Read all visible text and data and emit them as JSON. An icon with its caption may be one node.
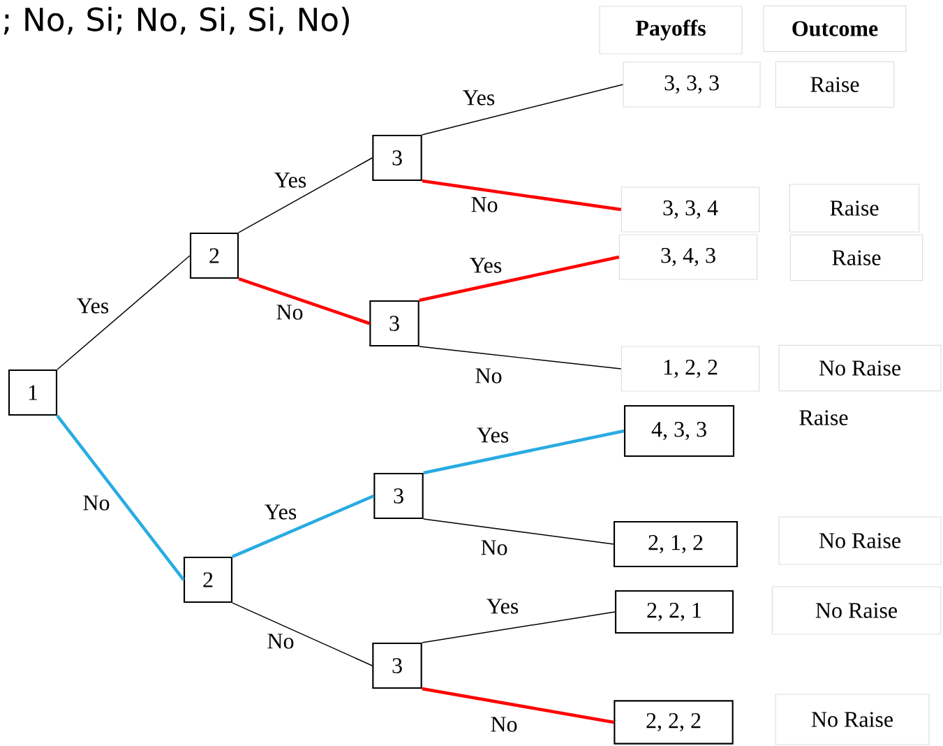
{
  "diagram": {
    "title": "; No, Si; No, Si, Si, No)",
    "nodes": [
      {
        "text": [
          "Payoffs"
        ]
      },
      {
        "text": [
          "Outcome"
        ]
      },
      {
        "text": [
          "1"
        ]
      },
      {
        "text": [
          "2"
        ]
      },
      {
        "text": [
          "3"
        ]
      },
      {
        "text": [
          "3"
        ]
      },
      {
        "text": [
          "2"
        ]
      },
      {
        "text": [
          "3"
        ]
      },
      {
        "text": [
          "3"
        ]
      },
      {
        "text": [
          "3, 3, 3"
        ]
      },
      {
        "text": [
          "3, 3, 4"
        ]
      },
      {
        "text": [
          "3, 4, 3"
        ]
      },
      {
        "text": [
          "1, 2, 2"
        ]
      },
      {
        "text": [
          "4, 3, 3"
        ]
      },
      {
        "text": [
          "2, 1, 2"
        ]
      },
      {
        "text": [
          "2, 2, 1"
        ]
      },
      {
        "text": [
          "2, 2, 2"
        ]
      },
      {
        "text": [
          "Raise"
        ]
      },
      {
        "text": [
          "Raise"
        ]
      },
      {
        "text": [
          "Raise"
        ]
      },
      {
        "text": [
          "No Raise"
        ]
      },
      {
        "text": [
          "No Raise"
        ]
      },
      {
        "text": [
          "No Raise"
        ]
      },
      {
        "text": [
          "No Raise"
        ]
      }
    ],
    "edges": [
      {
        "from": 2,
        "to": 3,
        "arrow": "none",
        "label": "Yes"
      },
      {
        "from": 2,
        "to": 6,
        "arrow": "none",
        "label": "No",
        "style": "thick",
        "color": "#29abe2"
      },
      {
        "from": 3,
        "to": 4,
        "arrow": "none",
        "label": "Yes"
      },
      {
        "from": 3,
        "to": 5,
        "arrow": "none",
        "label": "No",
        "style": "thick",
        "color": "#ff0000"
      },
      {
        "from": 6,
        "to": 7,
        "arrow": "none",
        "label": "Yes",
        "style": "thick",
        "color": "#29abe2"
      },
      {
        "from": 6,
        "to": 8,
        "arrow": "none",
        "label": "No"
      },
      {
        "from": 4,
        "to": 9,
        "arrow": "none",
        "label": "Yes"
      },
      {
        "from": 4,
        "to": 10,
        "arrow": "none",
        "label": "No",
        "style": "thick",
        "color": "#ff0000"
      },
      {
        "from": 5,
        "to": 11,
        "arrow": "none",
        "label": "Yes",
        "style": "thick",
        "color": "#ff0000"
      },
      {
        "from": 5,
        "to": 12,
        "arrow": "none",
        "label": "No"
      },
      {
        "from": 7,
        "to": 13,
        "arrow": "none",
        "label": "Yes",
        "style": "thick",
        "color": "#29abe2"
      },
      {
        "from": 7,
        "to": 14,
        "arrow": "none",
        "label": "No"
      },
      {
        "from": 8,
        "to": 15,
        "arrow": "none",
        "label": "Yes"
      },
      {
        "from": 8,
        "to": 16,
        "arrow": "none",
        "label": "No",
        "style": "thick",
        "color": "#ff0000"
      }
    ],
    "labels": [
      "Raise"
    ]
  }
}
